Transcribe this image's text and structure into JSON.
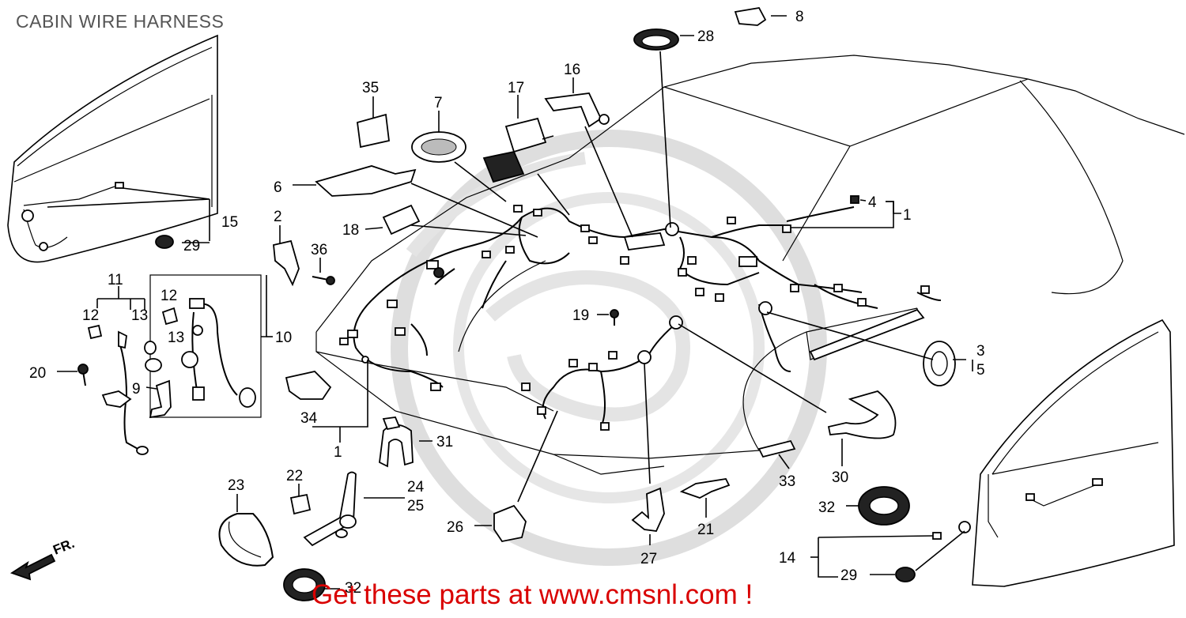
{
  "title": "CABIN WIRE HARNESS",
  "promo": "Get these parts at www.cmsnl.com !",
  "direction_label": "FR.",
  "callouts": [
    "1",
    "1",
    "2",
    "3",
    "4",
    "5",
    "6",
    "7",
    "8",
    "9",
    "10",
    "11",
    "12",
    "12",
    "13",
    "13",
    "14",
    "15",
    "16",
    "17",
    "18",
    "19",
    "20",
    "21",
    "22",
    "23",
    "24",
    "25",
    "26",
    "27",
    "28",
    "29",
    "29",
    "30",
    "31",
    "32",
    "32",
    "33",
    "34",
    "35",
    "36"
  ],
  "watermark": "cmsnl-emblem"
}
